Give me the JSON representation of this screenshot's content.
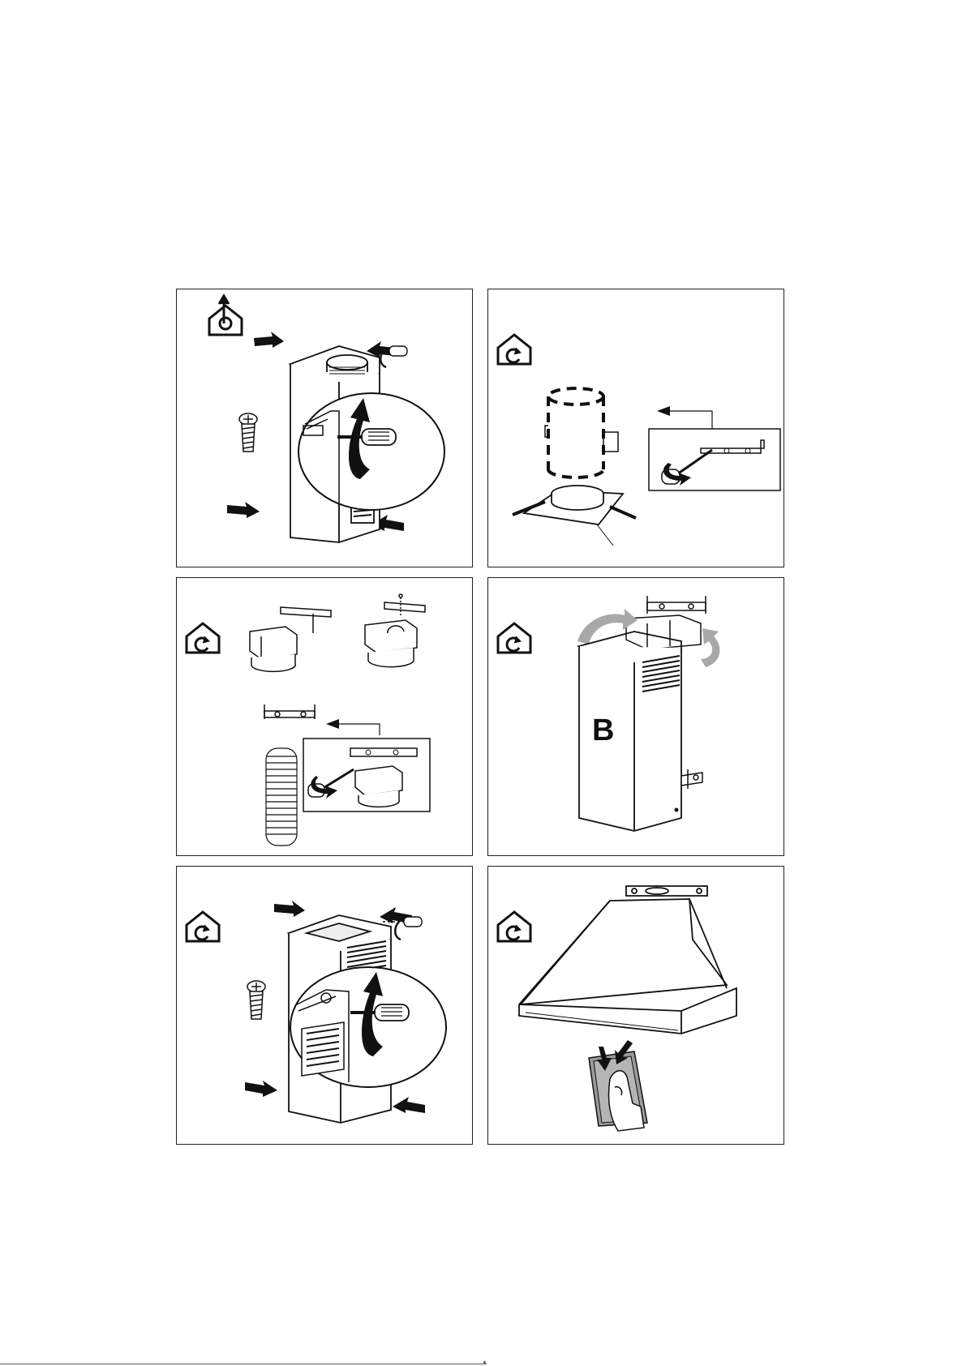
{
  "page": {
    "type": "installation-instructions-figures",
    "panels": [
      {
        "id": "panel-1",
        "mode_icon": "ducted-exhaust-icon",
        "step": "fix-chimney-to-hood-with-screws"
      },
      {
        "id": "panel-2",
        "mode_icon": "recirculation-icon",
        "step": "mount-bracket-and-duct-on-ceiling-plate"
      },
      {
        "id": "panel-3",
        "mode_icon": "recirculation-icon",
        "step": "attach-deflector-to-bracket"
      },
      {
        "id": "panel-4",
        "mode_icon": "recirculation-icon",
        "step": "fit-chimney-section",
        "label": "B"
      },
      {
        "id": "panel-5",
        "mode_icon": "recirculation-icon",
        "step": "fix-chimney-to-hood-with-screws"
      },
      {
        "id": "panel-6",
        "mode_icon": "recirculation-icon",
        "step": "install-carbon-filter"
      }
    ]
  },
  "labels": {
    "panel4_letter": "B"
  },
  "colors": {
    "line": "#1a1a1a",
    "arrow": "#1a1a1a",
    "grey_arrow": "#a8a8a8",
    "filter": "#9a9a9a"
  }
}
